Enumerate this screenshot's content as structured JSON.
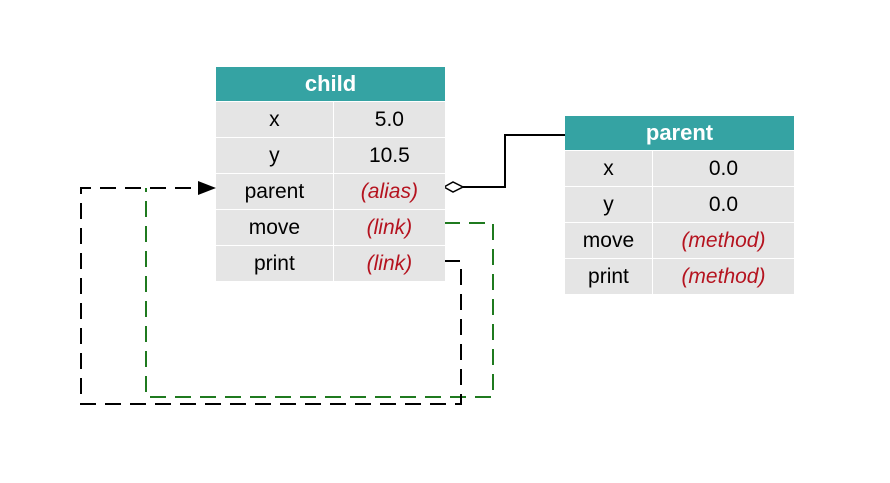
{
  "child": {
    "title": "child",
    "rows": [
      {
        "key": "x",
        "value": "5.0",
        "special": false
      },
      {
        "key": "y",
        "value": "10.5",
        "special": false
      },
      {
        "key": "parent",
        "value": "(alias)",
        "special": true
      },
      {
        "key": "move",
        "value": "(link)",
        "special": true
      },
      {
        "key": "print",
        "value": "(link)",
        "special": true
      }
    ]
  },
  "parent": {
    "title": "parent",
    "rows": [
      {
        "key": "x",
        "value": "0.0",
        "special": false
      },
      {
        "key": "y",
        "value": "0.0",
        "special": false
      },
      {
        "key": "move",
        "value": "(method)",
        "special": true
      },
      {
        "key": "print",
        "value": "(method)",
        "special": true
      }
    ]
  },
  "colors": {
    "header": "#35a3a3",
    "header_text": "#ffffff",
    "cell": "#e5e5e5",
    "special_text": "#b5131f",
    "connector": "#000000",
    "green_dash": "#1f7a1f"
  }
}
